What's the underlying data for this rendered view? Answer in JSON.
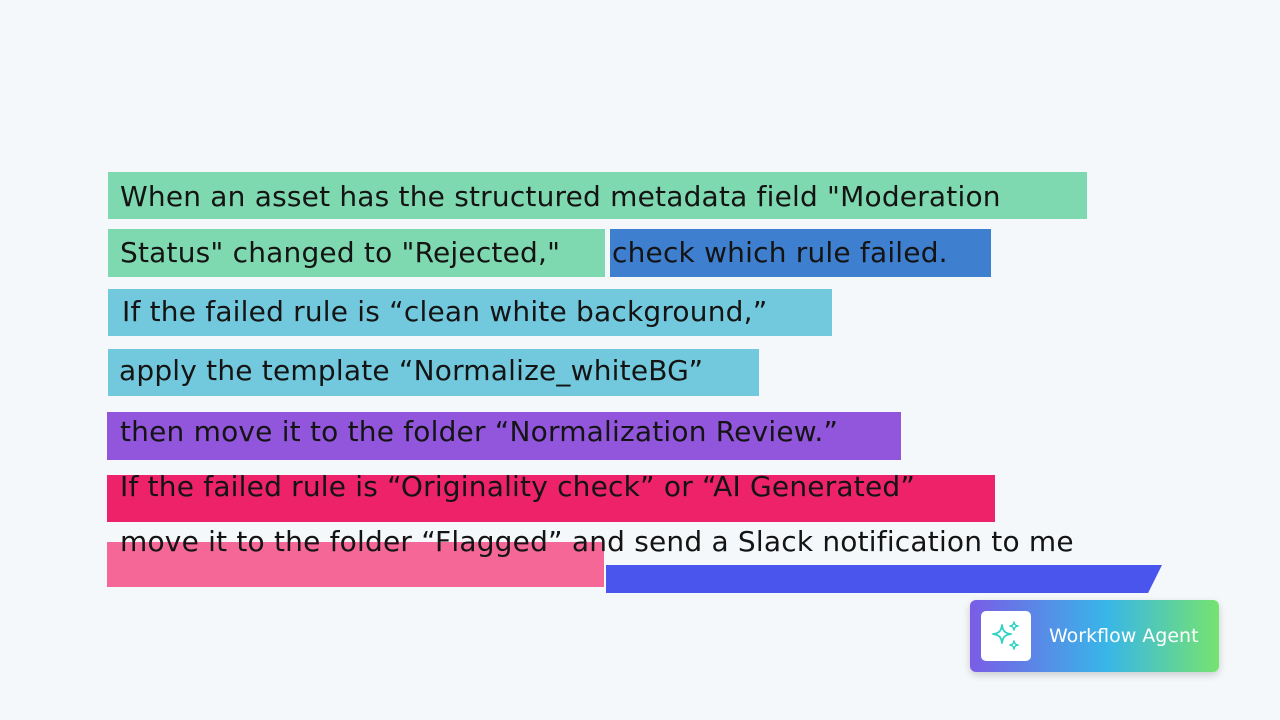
{
  "lines": {
    "l1": "When an asset has the structured metadata field \"Moderation",
    "l2a": "Status\" changed to \"Rejected,\"",
    "l2b": "check which rule failed.",
    "l3": "If the failed rule is “clean white background,”",
    "l4": "apply the template “Normalize_whiteBG”",
    "l5": "then move it to the folder “Normalization Review.”",
    "l6": "If the failed rule is “Originality check” or “AI Generated”",
    "l7": "move it to the folder “Flagged” and send a Slack notification to me"
  },
  "badge": {
    "label": "Workflow Agent",
    "icon": "sparkles-icon"
  },
  "colors": {
    "background": "#f5f8fa",
    "mint": "#7fd9b0",
    "blue_highlight": "#3f7fcf",
    "cyan": "#72c9dd",
    "purple": "#9256dd",
    "pink": "#ee2269",
    "light_pink": "#f56796",
    "royal_blue": "#4a55ee",
    "badge_gradient_start": "#7a5ce6",
    "badge_gradient_mid": "#38b6e8",
    "badge_gradient_end": "#76e36f",
    "icon_color": "#2fd2c4"
  }
}
